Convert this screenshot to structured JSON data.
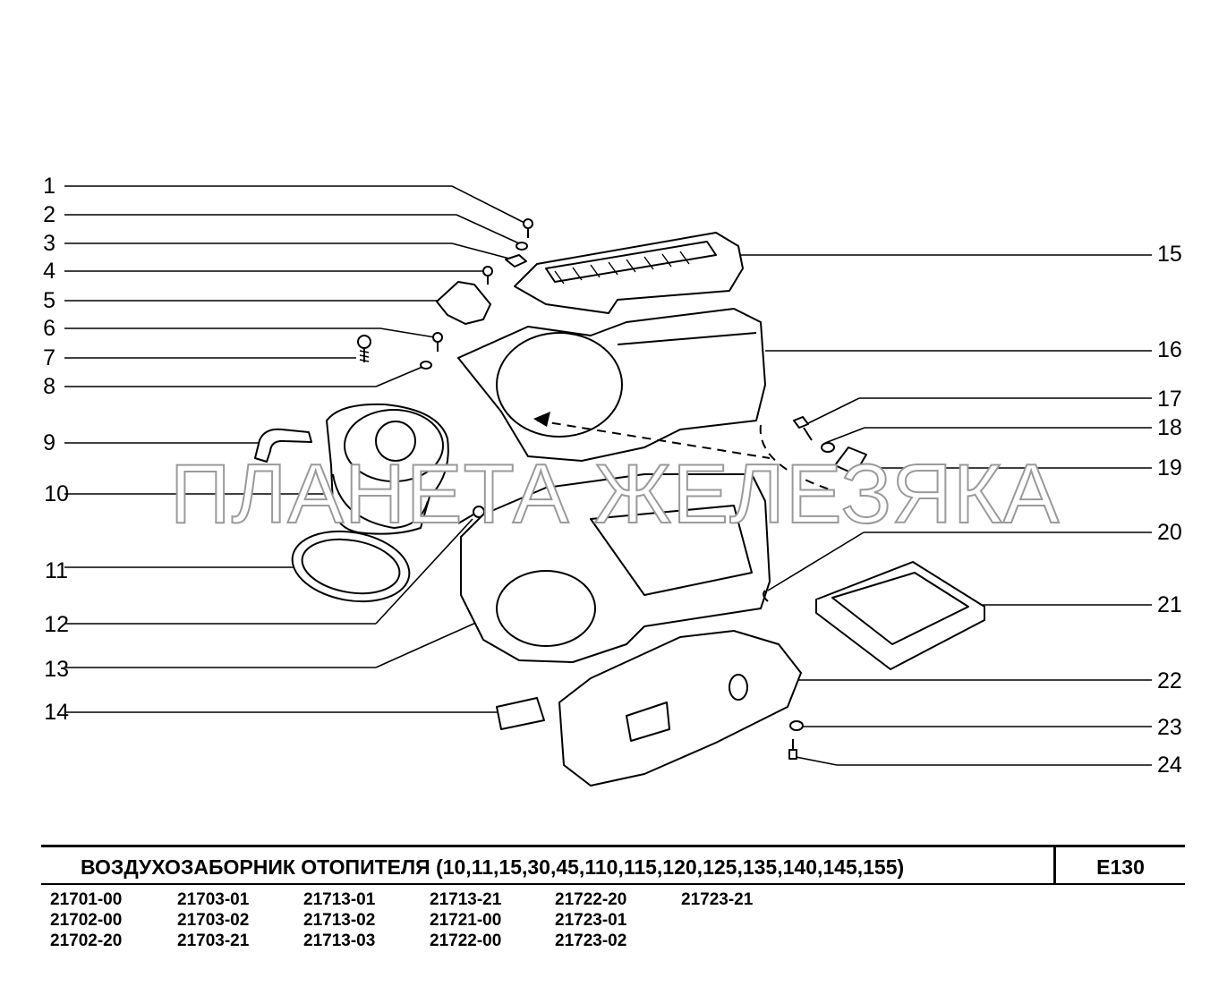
{
  "callouts_left": [
    "1",
    "2",
    "3",
    "4",
    "5",
    "6",
    "7",
    "8",
    "9",
    "10",
    "11",
    "12",
    "13",
    "14"
  ],
  "callouts_right": [
    "15",
    "16",
    "17",
    "18",
    "19",
    "20",
    "21",
    "22",
    "23",
    "24"
  ],
  "watermark": "ПЛАНЕТА ЖЕЛЕЗЯКА",
  "title": {
    "text": "ВОЗДУХОЗАБОРНИК  ОТОПИТЕЛЯ  (10,11,15,30,45,110,115,120,125,135,140,145,155)",
    "code": "E130"
  },
  "models": [
    [
      "21701-00",
      "21703-01",
      "21713-01",
      "21713-21",
      "21722-20",
      "21723-21"
    ],
    [
      "21702-00",
      "21703-02",
      "21713-02",
      "21721-00",
      "21723-01"
    ],
    [
      "21702-20",
      "21703-21",
      "21713-03",
      "21722-00",
      "21723-02"
    ]
  ]
}
